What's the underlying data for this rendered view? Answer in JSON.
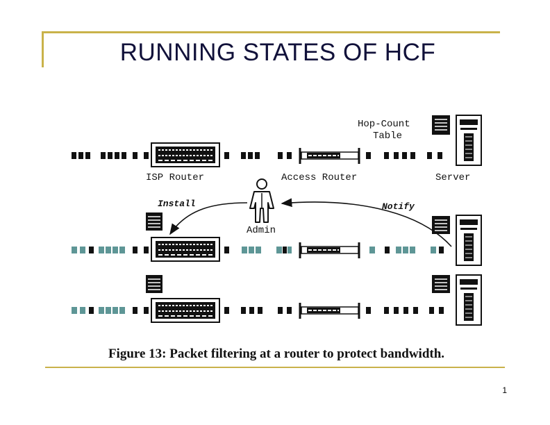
{
  "slide": {
    "title": "RUNNING STATES OF HCF",
    "page_number": "1"
  },
  "diagram": {
    "labels": {
      "hop_count_line1": "Hop-Count",
      "hop_count_line2": "Table",
      "isp_router": "ISP Router",
      "access_router": "Access Router",
      "server": "Server",
      "install": "Install",
      "notify": "Notify",
      "admin": "Admin"
    },
    "caption": "Figure 13: Packet filtering at a router to protect bandwidth.",
    "colors": {
      "normal_packet": "#111111",
      "filtered_packet": "#5e9696",
      "accent_rule": "#c9b24a",
      "title_text": "#11113a"
    }
  }
}
